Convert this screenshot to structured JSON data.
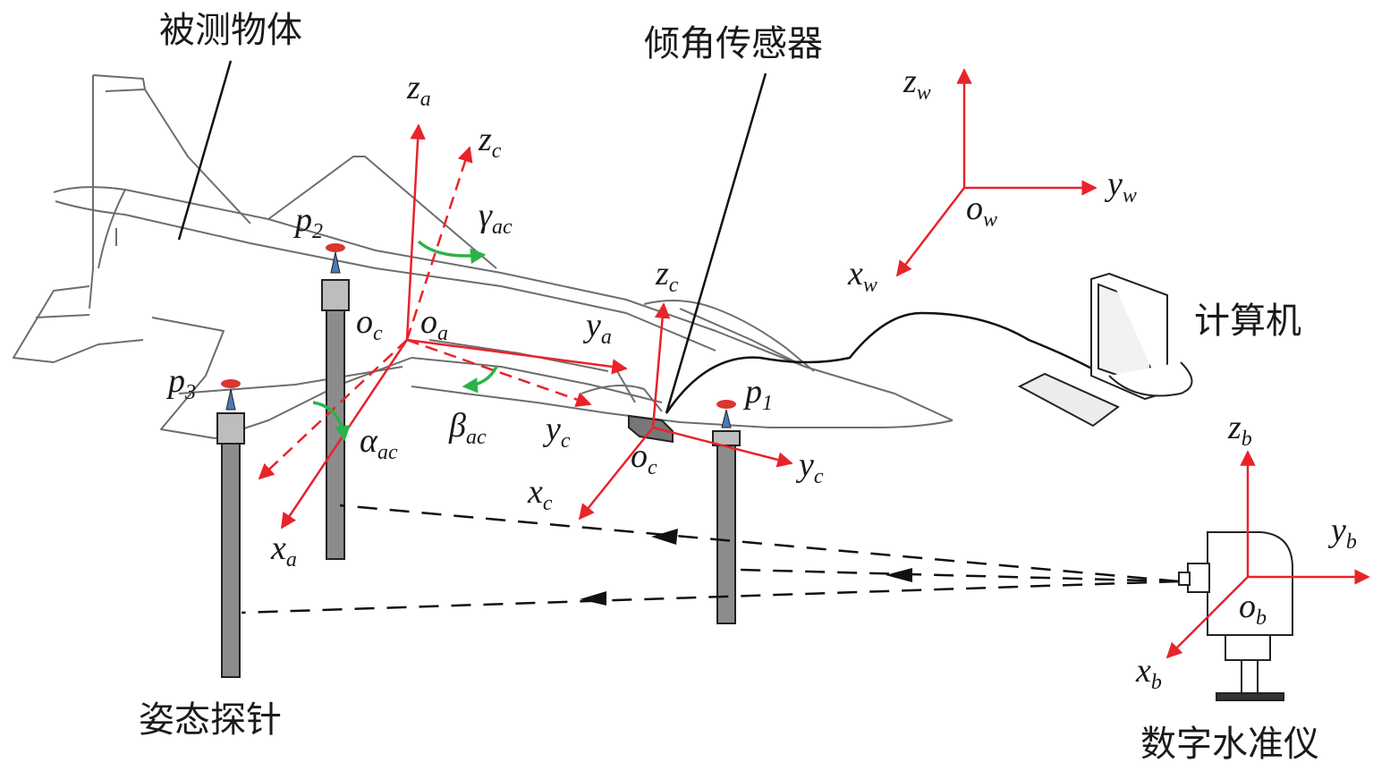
{
  "labels": {
    "measured_object": "被测物体",
    "tilt_sensor": "倾角传感器",
    "computer": "计算机",
    "attitude_probe": "姿态探针",
    "digital_level": "数字水准仪"
  },
  "points": {
    "p1": {
      "base": "p",
      "sub": "1"
    },
    "p2": {
      "base": "p",
      "sub": "2"
    },
    "p3": {
      "base": "p",
      "sub": "3"
    }
  },
  "axes": {
    "za": {
      "base": "z",
      "sub": "a"
    },
    "xa": {
      "base": "x",
      "sub": "a"
    },
    "ya": {
      "base": "y",
      "sub": "a"
    },
    "oa": {
      "base": "o",
      "sub": "a"
    },
    "zc1": {
      "base": "z",
      "sub": "c"
    },
    "yc1": {
      "base": "y",
      "sub": "c"
    },
    "oc1": {
      "base": "o",
      "sub": "c"
    },
    "zc2": {
      "base": "z",
      "sub": "c"
    },
    "yc2": {
      "base": "y",
      "sub": "c"
    },
    "xc2": {
      "base": "x",
      "sub": "c"
    },
    "oc2": {
      "base": "o",
      "sub": "c"
    },
    "zw": {
      "base": "z",
      "sub": "w"
    },
    "yw": {
      "base": "y",
      "sub": "w"
    },
    "xw": {
      "base": "x",
      "sub": "w"
    },
    "ow": {
      "base": "o",
      "sub": "w"
    },
    "zb": {
      "base": "z",
      "sub": "b"
    },
    "yb": {
      "base": "y",
      "sub": "b"
    },
    "xb": {
      "base": "x",
      "sub": "b"
    },
    "ob": {
      "base": "o",
      "sub": "b"
    }
  },
  "angles": {
    "alpha": {
      "base": "α",
      "sub": "ac"
    },
    "beta": {
      "base": "β",
      "sub": "ac"
    },
    "gamma": {
      "base": "γ",
      "sub": "ac"
    }
  },
  "colors": {
    "axis": "#e8232a",
    "rotation": "#2bb34a",
    "outline": "#6d6d6d",
    "probe": "#8c8c8c"
  }
}
